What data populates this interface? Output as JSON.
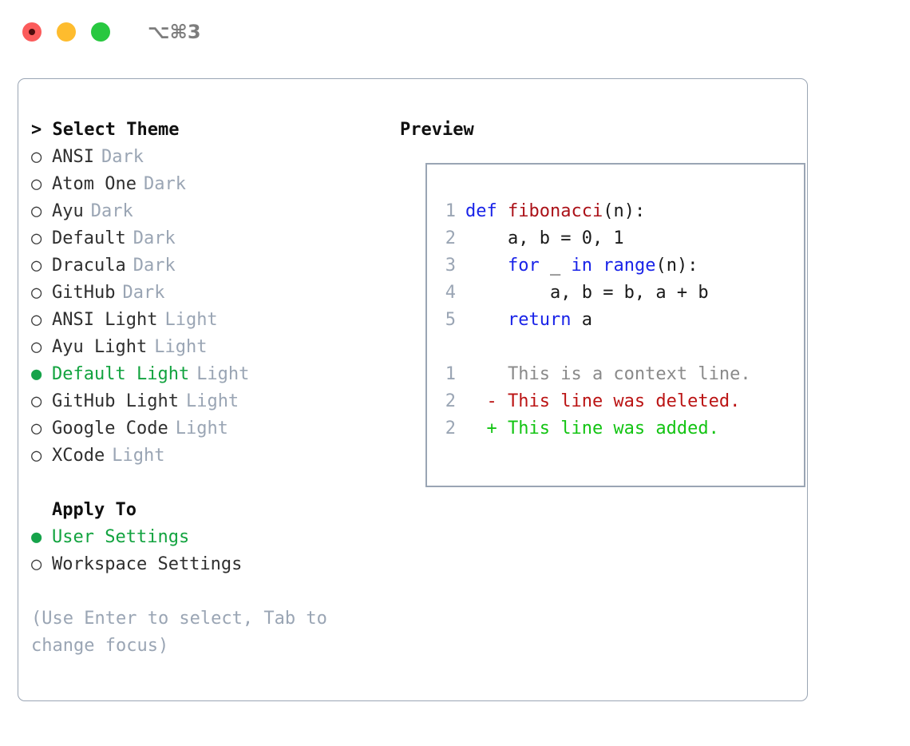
{
  "titlebar": {
    "shortcut": "⌥⌘3",
    "buttons": [
      {
        "name": "close",
        "color": "#fb5b5b"
      },
      {
        "name": "minimize",
        "color": "#febc2e"
      },
      {
        "name": "maximize",
        "color": "#28c840"
      }
    ]
  },
  "left": {
    "prompt": ">",
    "heading": "Select Theme",
    "bullet_unselected": "○",
    "bullet_selected": "●",
    "themes": [
      {
        "label": "ANSI",
        "tag": "Dark",
        "selected": false
      },
      {
        "label": "Atom One",
        "tag": "Dark",
        "selected": false
      },
      {
        "label": "Ayu",
        "tag": "Dark",
        "selected": false
      },
      {
        "label": "Default",
        "tag": "Dark",
        "selected": false
      },
      {
        "label": "Dracula",
        "tag": "Dark",
        "selected": false
      },
      {
        "label": "GitHub",
        "tag": "Dark",
        "selected": false
      },
      {
        "label": "ANSI Light",
        "tag": "Light",
        "selected": false
      },
      {
        "label": "Ayu Light",
        "tag": "Light",
        "selected": false
      },
      {
        "label": "Default Light",
        "tag": "Light",
        "selected": true
      },
      {
        "label": "GitHub Light",
        "tag": "Light",
        "selected": false
      },
      {
        "label": "Google Code",
        "tag": "Light",
        "selected": false
      },
      {
        "label": "XCode",
        "tag": "Light",
        "selected": false
      }
    ],
    "apply_to_heading": "Apply To",
    "apply_to": [
      {
        "label": "User Settings",
        "selected": true
      },
      {
        "label": "Workspace Settings",
        "selected": false
      }
    ],
    "hint": "(Use Enter to select, Tab to change focus)"
  },
  "preview": {
    "heading": "Preview",
    "code_lines": [
      {
        "num": "1",
        "indent": "",
        "tokens": [
          {
            "t": "def ",
            "c": "kw"
          },
          {
            "t": "fibonacci",
            "c": "fn"
          },
          {
            "t": "(n):",
            "c": "plain"
          }
        ]
      },
      {
        "num": "2",
        "indent": "    ",
        "tokens": [
          {
            "t": "a, b = 0, 1",
            "c": "plain"
          }
        ]
      },
      {
        "num": "3",
        "indent": "    ",
        "tokens": [
          {
            "t": "for ",
            "c": "kw"
          },
          {
            "t": "_ ",
            "c": "plain"
          },
          {
            "t": "in ",
            "c": "kw"
          },
          {
            "t": "range",
            "c": "kw"
          },
          {
            "t": "(n):",
            "c": "plain"
          }
        ]
      },
      {
        "num": "4",
        "indent": "        ",
        "tokens": [
          {
            "t": "a, b = b, a + b",
            "c": "plain"
          }
        ]
      },
      {
        "num": "5",
        "indent": "    ",
        "tokens": [
          {
            "t": "return ",
            "c": "kw"
          },
          {
            "t": "a",
            "c": "plain"
          }
        ]
      }
    ],
    "diff_lines": [
      {
        "num": "1",
        "marker": " ",
        "text": "This is a context line.",
        "kind": "ctx"
      },
      {
        "num": "2",
        "marker": "-",
        "text": "This line was deleted.",
        "kind": "del"
      },
      {
        "num": "2",
        "marker": "+",
        "text": "This line was added.",
        "kind": "add"
      }
    ]
  },
  "colors": {
    "accent_green": "#12a33f",
    "muted": "#9aa5b4",
    "keyword_blue": "#1923e8",
    "function_red": "#ab1118",
    "diff_added": "#13c413",
    "diff_deleted": "#bb1414",
    "border": "#9aa5b4"
  }
}
